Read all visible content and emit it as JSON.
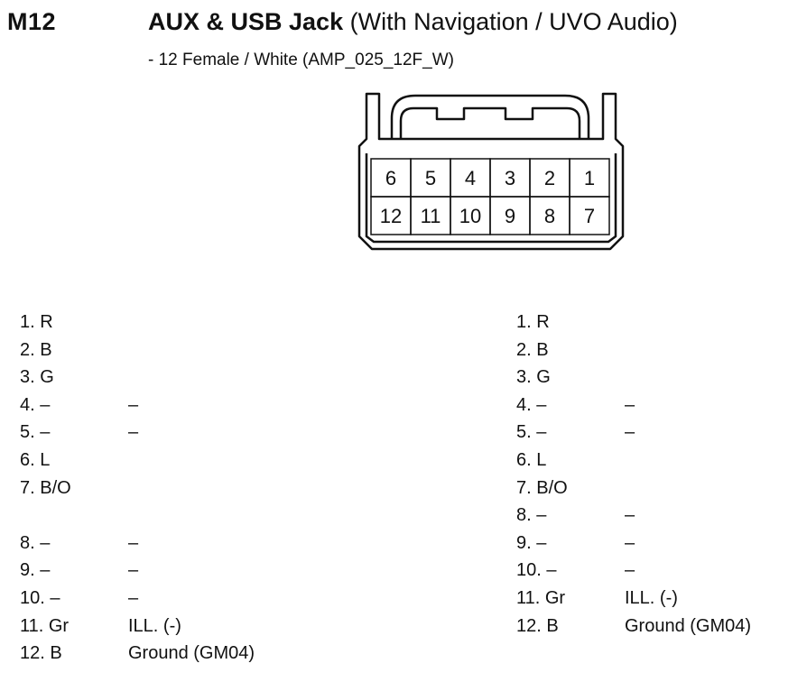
{
  "header": {
    "code": "M12",
    "title_bold": "AUX & USB Jack",
    "title_rest": " (With Navigation / UVO Audio)",
    "subtitle": "- 12 Female / White (AMP_025_12F_W)"
  },
  "connector": {
    "top_row": [
      "6",
      "5",
      "4",
      "3",
      "2",
      "1"
    ],
    "bottom_row": [
      "12",
      "11",
      "10",
      "9",
      "8",
      "7"
    ]
  },
  "left_pins": [
    {
      "label": "1. R",
      "func": ""
    },
    {
      "label": "2. B",
      "func": ""
    },
    {
      "label": "3. G",
      "func": ""
    },
    {
      "label": "4. –",
      "func": "–"
    },
    {
      "label": "5. –",
      "func": "–"
    },
    {
      "label": "6. L",
      "func": ""
    },
    {
      "label": "7. B/O",
      "func": ""
    },
    {
      "label": "",
      "func": ""
    },
    {
      "label": "8. –",
      "func": "–"
    },
    {
      "label": "9. –",
      "func": "–"
    },
    {
      "label": "10. –",
      "func": "–"
    },
    {
      "label": "11. Gr",
      "func": "ILL. (-)"
    },
    {
      "label": "12. B",
      "func": "Ground (GM04)"
    }
  ],
  "right_pins": [
    {
      "label": "1. R",
      "func": ""
    },
    {
      "label": "2. B",
      "func": ""
    },
    {
      "label": "3. G",
      "func": ""
    },
    {
      "label": "4. –",
      "func": "–"
    },
    {
      "label": "5. –",
      "func": "–"
    },
    {
      "label": "6. L",
      "func": ""
    },
    {
      "label": "7. B/O",
      "func": ""
    },
    {
      "label": "8. –",
      "func": "–"
    },
    {
      "label": "9. –",
      "func": "–"
    },
    {
      "label": "10. –",
      "func": "–"
    },
    {
      "label": "11. Gr",
      "func": "ILL. (-)"
    },
    {
      "label": "12. B",
      "func": "Ground (GM04)"
    }
  ]
}
